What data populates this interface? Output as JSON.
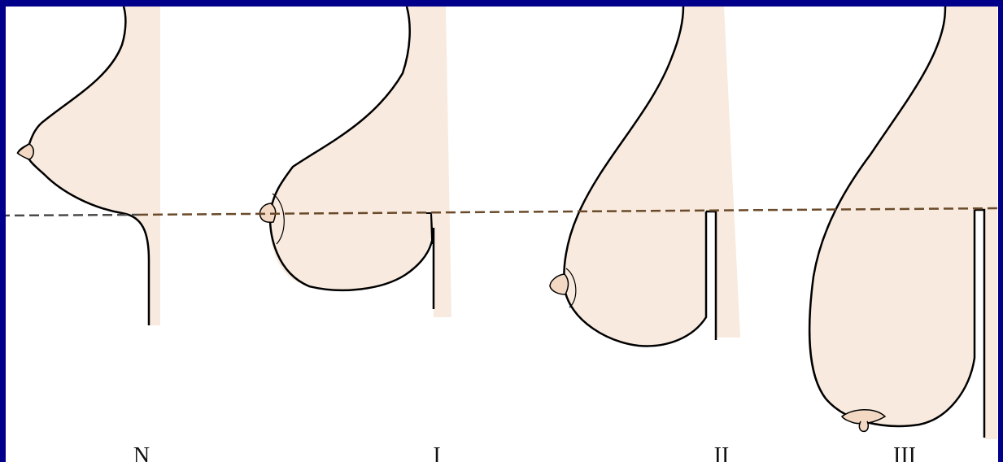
{
  "colors": {
    "frame": "#00008b",
    "skin": "#f8eade",
    "outline": "#000000",
    "dash_left": "#4a4a4a",
    "dash_right": "#6a4a2a"
  },
  "diagram": {
    "labels": [
      {
        "id": "normal",
        "text": "N"
      },
      {
        "id": "grade1",
        "text": "I"
      },
      {
        "id": "grade2",
        "text": "II"
      },
      {
        "id": "grade3",
        "text": "III"
      }
    ]
  }
}
